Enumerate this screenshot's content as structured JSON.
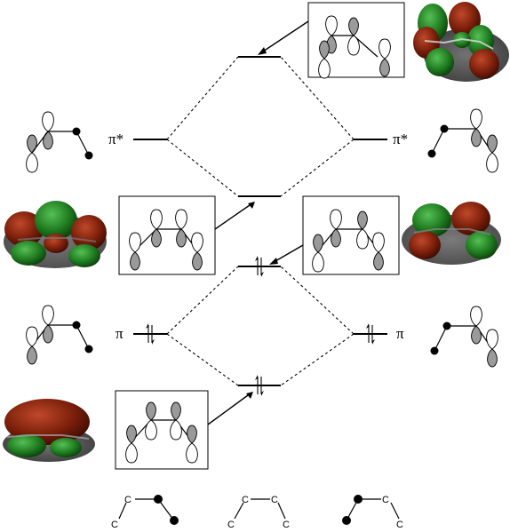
{
  "labels": {
    "pi_star_left": "π*",
    "pi_star_right": "π*",
    "pi_left": "π",
    "pi_right": "π"
  },
  "skeleton": {
    "left": [
      "C",
      "C"
    ],
    "middle": [
      "C",
      "C",
      "C",
      "C"
    ],
    "right": [
      "C",
      "C"
    ]
  },
  "colors": {
    "red_lobe": "#7a1f0a",
    "green_lobe": "#1f7a1f",
    "shadow": "#2a2a2a",
    "shaded_p_lobe": "#9a9a9a"
  }
}
